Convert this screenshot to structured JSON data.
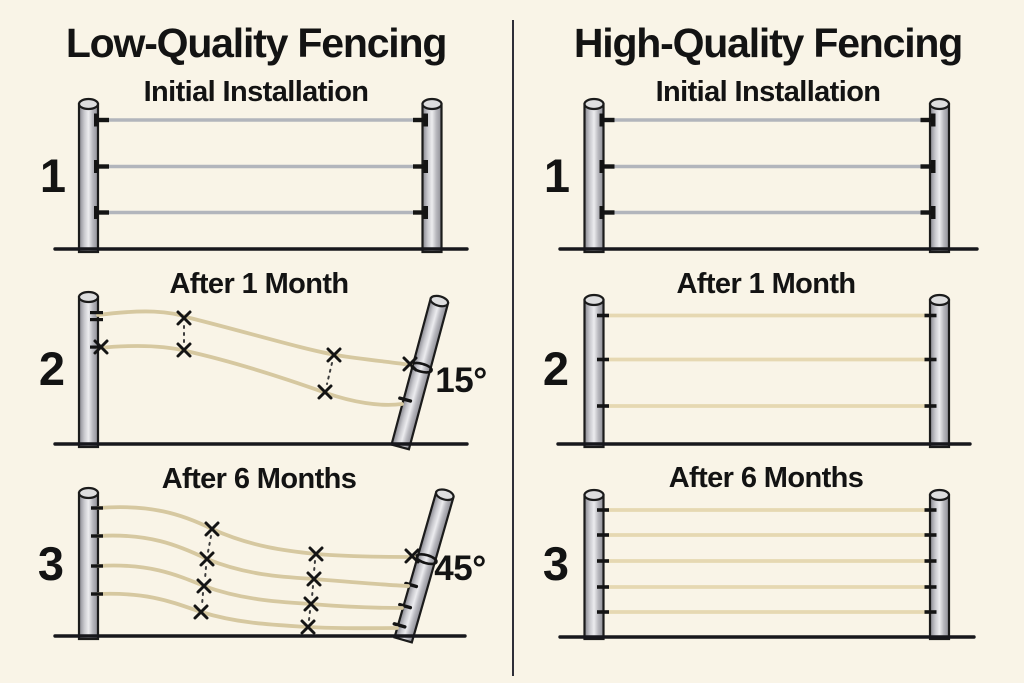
{
  "page": {
    "background": "#f9f4e7",
    "divider_color": "#2e2e38"
  },
  "colors": {
    "ink": "#131313",
    "post_fill_mid": "#ececef",
    "post_outline": "#1b1b1b",
    "wire_gray": "#b2b5bc",
    "wire_tan": "#d6c8a0",
    "wire_tan_light": "#e6d8b2",
    "ground": "#17171c"
  },
  "icons": {
    "sag_marker": "x-cross",
    "wire_clip": "bracket-clip",
    "tilt_collar": "collar-band",
    "post": "cylinder-post"
  },
  "columns": [
    {
      "title": "Low-Quality Fencing",
      "panels": [
        {
          "number": "1",
          "subtitle": "Initial Installation"
        },
        {
          "number": "2",
          "subtitle": "After 1 Month",
          "angle_label": "15°"
        },
        {
          "number": "3",
          "subtitle": "After 6 Months",
          "angle_label": "45°"
        }
      ]
    },
    {
      "title": "High-Quality Fencing",
      "panels": [
        {
          "number": "1",
          "subtitle": "Initial Installation"
        },
        {
          "number": "2",
          "subtitle": "After 1 Month"
        },
        {
          "number": "3",
          "subtitle": "After 6 Months"
        }
      ]
    }
  ]
}
